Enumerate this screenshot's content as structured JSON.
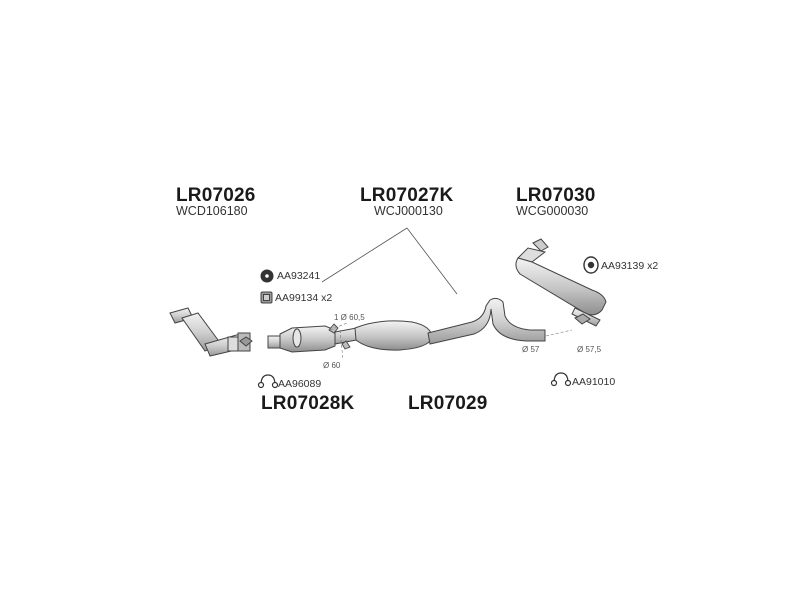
{
  "parts": [
    {
      "code": "LR07026",
      "ref": "WCD106180"
    },
    {
      "code": "LR07027K",
      "ref": "WCJ000130"
    },
    {
      "code": "LR07030",
      "ref": "WCG000030"
    },
    {
      "code": "LR07028K"
    },
    {
      "code": "LR07029"
    }
  ],
  "accessories": [
    {
      "code": "AA93241",
      "icon": "clamp-icon"
    },
    {
      "code": "AA99134 x2",
      "icon": "rubber-mount-icon"
    },
    {
      "code": "AA96089",
      "icon": "hanger-icon"
    },
    {
      "code": "AA93139 x2",
      "icon": "clamp-icon"
    },
    {
      "code": "AA91010",
      "icon": "hanger-icon"
    }
  ],
  "dimensions": {
    "d1": "1 Ø 60,5",
    "d2": "Ø 60",
    "d3": "Ø 57",
    "d4": "Ø 57,5"
  },
  "colors": {
    "outline": "#444444",
    "fill_light": "#e8e8e8",
    "fill_mid": "#c8c8c8",
    "fill_dark": "#a8a8a8"
  }
}
